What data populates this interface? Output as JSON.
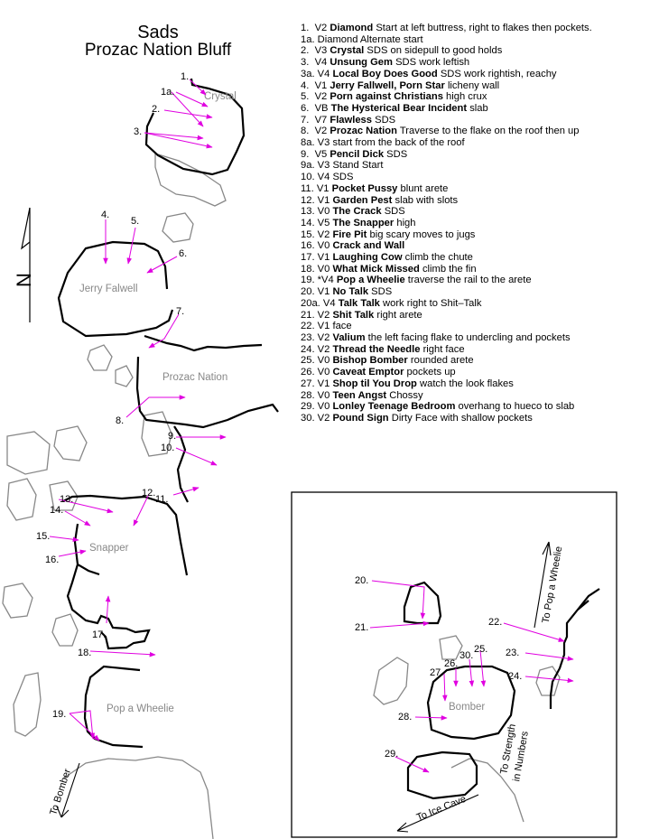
{
  "title": "Sads",
  "subtitle": "Prozac Nation Bluff",
  "routes": [
    {
      "num": "1.",
      "grade": "V2",
      "name": "Diamond",
      "desc": "Start at left buttress, right to flakes then pockets."
    },
    {
      "num": "1a.",
      "grade": "",
      "name": "",
      "desc": "Diamond Alternate start"
    },
    {
      "num": "2.",
      "grade": "V3",
      "name": "Crystal",
      "desc": "SDS on sidepull to good holds"
    },
    {
      "num": "3.",
      "grade": "V4",
      "name": "Unsung Gem",
      "desc": "SDS work leftish"
    },
    {
      "num": "3a.",
      "grade": "V4",
      "name": "Local Boy Does Good",
      "desc": "SDS work rightish, reachy"
    },
    {
      "num": "4.",
      "grade": "V1",
      "name": "Jerry Fallwell, Porn Star",
      "desc": "licheny wall"
    },
    {
      "num": "5.",
      "grade": "V2",
      "name": "Porn against Christians",
      "desc": "high crux"
    },
    {
      "num": "6.",
      "grade": "VB",
      "name": "The Hysterical Bear Incident",
      "desc": "slab"
    },
    {
      "num": "7.",
      "grade": "V7",
      "name": "Flawless",
      "desc": "SDS"
    },
    {
      "num": "8.",
      "grade": "V2",
      "name": "Prozac Nation",
      "desc": "Traverse to the flake on the roof then up"
    },
    {
      "num": "8a.",
      "grade": "V3",
      "name": "",
      "desc": "start from the back of the roof"
    },
    {
      "num": "9.",
      "grade": "V5",
      "name": "Pencil Dick",
      "desc": "SDS"
    },
    {
      "num": "9a.",
      "grade": "V3",
      "name": "",
      "desc": "Stand Start"
    },
    {
      "num": "10.",
      "grade": "V4",
      "name": "",
      "desc": "SDS"
    },
    {
      "num": "11.",
      "grade": "V1",
      "name": "Pocket Pussy",
      "desc": "blunt arete"
    },
    {
      "num": "12.",
      "grade": "V1",
      "name": "Garden Pest",
      "desc": "slab with slots"
    },
    {
      "num": "13.",
      "grade": "V0",
      "name": "The Crack",
      "desc": "SDS"
    },
    {
      "num": "14.",
      "grade": "V5",
      "name": "The Snapper",
      "desc": "high"
    },
    {
      "num": "15.",
      "grade": "V2",
      "name": "Fire Pit",
      "desc": "big scary moves to jugs"
    },
    {
      "num": "16.",
      "grade": "V0",
      "name": "Crack and Wall",
      "desc": ""
    },
    {
      "num": "17.",
      "grade": "V1",
      "name": "Laughing Cow",
      "desc": "climb the chute"
    },
    {
      "num": "18.",
      "grade": "V0",
      "name": "What Mick Missed",
      "desc": "climb the fin"
    },
    {
      "num": "19.",
      "grade": "*V4",
      "name": "Pop a Wheelie",
      "desc": "traverse the rail to the arete"
    },
    {
      "num": "20.",
      "grade": "V1",
      "name": "No Talk",
      "desc": "SDS"
    },
    {
      "num": "20a.",
      "grade": "V4",
      "name": "Talk Talk",
      "desc": "work right to Shit–Talk"
    },
    {
      "num": "21.",
      "grade": "V2",
      "name": "Shit Talk",
      "desc": "right arete"
    },
    {
      "num": "22.",
      "grade": "V1",
      "name": "",
      "desc": "face"
    },
    {
      "num": "23.",
      "grade": "V2",
      "name": "Valium",
      "desc": "the left facing flake to undercling and pockets"
    },
    {
      "num": "24.",
      "grade": "V2",
      "name": "Thread the Needle",
      "desc": "right face"
    },
    {
      "num": "25.",
      "grade": "V0",
      "name": "Bishop Bomber",
      "desc": "rounded arete"
    },
    {
      "num": "26.",
      "grade": "V0",
      "name": "Caveat Emptor",
      "desc": "pockets up"
    },
    {
      "num": "27.",
      "grade": "V1",
      "name": "Shop til You Drop",
      "desc": "watch the look flakes"
    },
    {
      "num": "28.",
      "grade": "V0",
      "name": "Teen Angst",
      "desc": "Chossy"
    },
    {
      "num": "29.",
      "grade": "V0",
      "name": "Lonley Teenage Bedroom",
      "desc": "overhang to hueco to slab"
    },
    {
      "num": "30.",
      "grade": "V2",
      "name": "Pound Sign",
      "desc": "Dirty Face with shallow pockets"
    }
  ],
  "boulder_labels": {
    "crystal": "Crystal",
    "jerry": "Jerry Falwell",
    "prozac": "Prozac Nation",
    "snapper": "Snapper",
    "pop": "Pop a Wheelie",
    "bomber": "Bomber"
  },
  "direction_labels": {
    "to_bomber": "To Bomber",
    "to_pop": "To Pop a Wheelie",
    "to_strength": "To Strength",
    "in_numbers": "in Numbers",
    "to_ice_cave": "To Ice Cave"
  },
  "north_label": "N",
  "route_marker_labels": {
    "r1": "1.",
    "r1a": "1a.",
    "r2": "2.",
    "r3": "3.",
    "r4": "4.",
    "r5": "5.",
    "r6": "6.",
    "r7": "7.",
    "r8": "8.",
    "r9": "9.",
    "r10": "10.",
    "r11": "11.",
    "r12": "12.",
    "r13": "13.",
    "r14": "14.",
    "r15": "15.",
    "r16": "16.",
    "r17": "17.",
    "r18": "18.",
    "r19": "19.",
    "r20": "20.",
    "r21": "21.",
    "r22": "22.",
    "r23": "23.",
    "r24": "24.",
    "r25": "25.",
    "r26": "26.",
    "r27": "27.",
    "r28": "28.",
    "r29": "29.",
    "r30": "30."
  },
  "colors": {
    "arrow": "#e000e0",
    "boulder": "#000000",
    "terrain": "#888888",
    "label": "#888888"
  }
}
